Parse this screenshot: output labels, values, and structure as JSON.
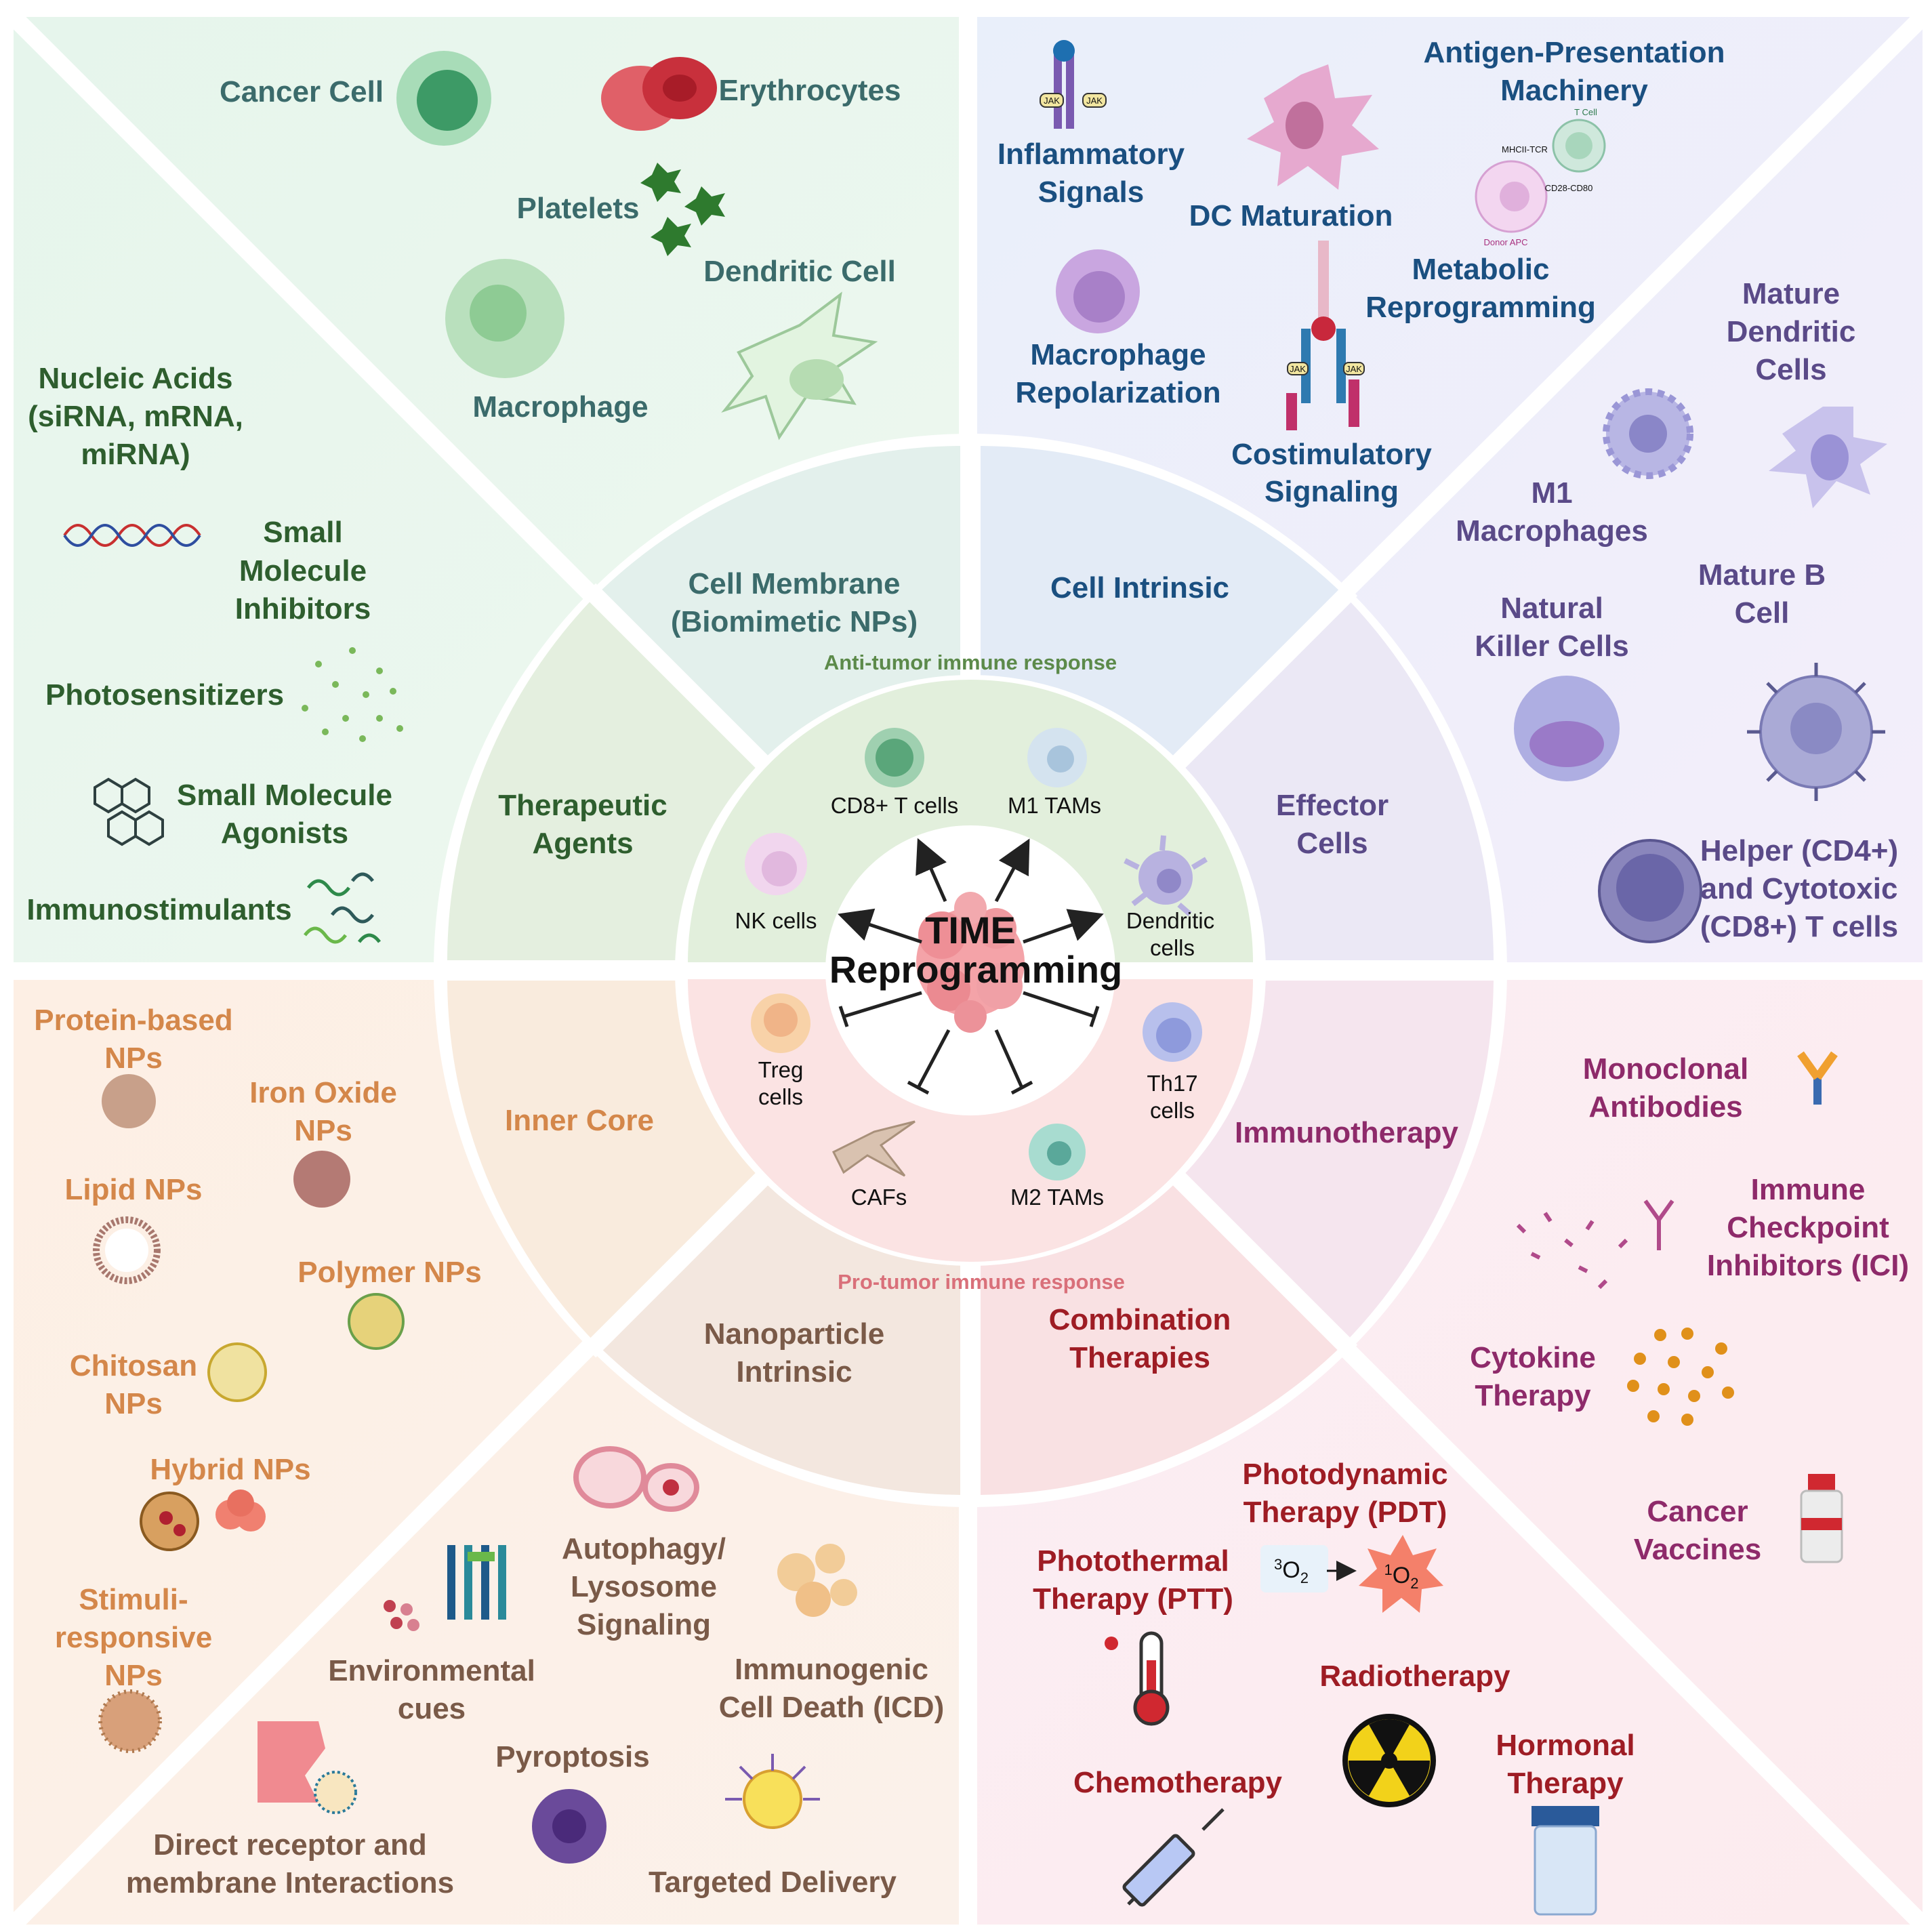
{
  "center": {
    "line1": "TIME",
    "line2": "Reprogramming"
  },
  "anti_tumor_label": "Anti-tumor immune response",
  "pro_tumor_label": "Pro-tumor immune response",
  "inner_cells": {
    "cd8": "CD8+ T cells",
    "m1tams": "M1 TAMs",
    "nk": "NK cells",
    "dendritic": [
      "Dendritic",
      "cells"
    ],
    "treg": [
      "Treg",
      "cells"
    ],
    "th17": [
      "Th17",
      "cells"
    ],
    "cafs": "CAFs",
    "m2tams": "M2 TAMs"
  },
  "ring": {
    "cell_membrane": [
      "Cell Membrane",
      "(Biomimetic NPs)"
    ],
    "cell_intrinsic": "Cell Intrinsic",
    "therapeutic_agents": [
      "Therapeutic",
      "Agents"
    ],
    "effector_cells": [
      "Effector",
      "Cells"
    ],
    "inner_core": "Inner Core",
    "immunotherapy": "Immunotherapy",
    "nanoparticle_intrinsic": [
      "Nanoparticle",
      "Intrinsic"
    ],
    "combination_therapies": [
      "Combination",
      "Therapies"
    ]
  },
  "outer": {
    "cancer_cell": "Cancer Cell",
    "erythrocytes": "Erythrocytes",
    "platelets": "Platelets",
    "dendritic_cell": "Dendritic Cell",
    "macrophage": "Macrophage",
    "inflammatory_signals": [
      "Inflammatory",
      "Signals"
    ],
    "dc_maturation": "DC Maturation",
    "antigen_presentation": [
      "Antigen-Presentation",
      "Machinery"
    ],
    "metabolic": [
      "Metabolic",
      "Reprogramming"
    ],
    "macrophage_repolarization": [
      "Macrophage",
      "Repolarization"
    ],
    "costimulatory": [
      "Costimulatory",
      "Signaling"
    ],
    "nucleic_acids": [
      "Nucleic Acids",
      "(siRNA, mRNA,",
      "miRNA)"
    ],
    "small_molecule_inhibitors": [
      "Small",
      "Molecule",
      "Inhibitors"
    ],
    "photosensitizers": "Photosensitizers",
    "small_molecule_agonists": [
      "Small Molecule",
      "Agonists"
    ],
    "immunostimulants": "Immunostimulants",
    "mature_dc": [
      "Mature",
      "Dendritic",
      "Cells"
    ],
    "m1_macrophages": [
      "M1",
      "Macrophages"
    ],
    "mature_b": [
      "Mature B",
      "Cell"
    ],
    "nk_cells": [
      "Natural",
      "Killer Cells"
    ],
    "helper_cytotoxic": [
      "Helper (CD4+)",
      "and Cytotoxic",
      "(CD8+) T cells"
    ],
    "protein_nps": [
      "Protein-based",
      "NPs"
    ],
    "iron_oxide": [
      "Iron Oxide",
      "NPs"
    ],
    "lipid_nps": "Lipid NPs",
    "polymer_nps": "Polymer NPs",
    "chitosan_nps": [
      "Chitosan",
      "NPs"
    ],
    "hybrid_nps": "Hybrid NPs",
    "stimuli_nps": [
      "Stimuli-",
      "responsive",
      "NPs"
    ],
    "monoclonal": [
      "Monoclonal",
      "Antibodies"
    ],
    "ici": [
      "Immune",
      "Checkpoint",
      "Inhibitors (ICI)"
    ],
    "cytokine": [
      "Cytokine",
      "Therapy"
    ],
    "vaccines": [
      "Cancer",
      "Vaccines"
    ],
    "autophagy": [
      "Autophagy/",
      "Lysosome",
      "Signaling"
    ],
    "environmental": [
      "Environmental",
      "cues"
    ],
    "icd": [
      "Immunogenic",
      "Cell Death (ICD)"
    ],
    "pyroptosis": "Pyroptosis",
    "direct_receptor": [
      "Direct receptor and",
      "membrane Interactions"
    ],
    "targeted_delivery": "Targeted Delivery",
    "pdt": [
      "Photodynamic",
      "Therapy (PDT)"
    ],
    "ptt": [
      "Photothermal",
      "Therapy (PTT)"
    ],
    "radiotherapy": "Radiotherapy",
    "chemotherapy": "Chemotherapy",
    "hormonal": [
      "Hormonal",
      "Therapy"
    ]
  },
  "small_labels": {
    "jak": "JAK",
    "t_cell": "T Cell",
    "mhcii_tcr": "MHCII-TCR",
    "cd28_cd80": "CD28-CD80",
    "donor_apc": "Donor APC",
    "o2_triplet_sup": "3",
    "o2_singlet_sup": "1",
    "o2": "O",
    "o2_sub": "2"
  },
  "colors": {
    "green": "#2e5e2e",
    "teal": "#3b6b6b",
    "blue": "#1a4f80",
    "purple": "#5a4a88",
    "orange": "#d4874a",
    "brown": "#7a5a48",
    "maroon": "#8e2a6a",
    "red": "#9e1c24",
    "ring_green": "#5c8a4a",
    "ring_pink": "#d9707a"
  },
  "icons": [
    "cancer-cell-icon",
    "erythrocyte-icon",
    "platelet-icon",
    "macrophage-icon",
    "dendritic-cell-icon",
    "jak-receptor-icon",
    "dc-cell-icon",
    "antigen-presentation-icon",
    "macrophage-repolarization-icon",
    "costimulatory-receptor-icon",
    "dna-icon",
    "photosensitizer-dots-icon",
    "molecule-structure-icon",
    "immunostimulant-strands-icon",
    "mature-dc-icon",
    "nk-cell-icon",
    "b-cell-icon",
    "t-cell-icon",
    "protein-np-icon",
    "iron-oxide-icon",
    "lipid-np-icon",
    "polymer-np-icon",
    "chitosan-np-icon",
    "hybrid-np-icon",
    "stimuli-np-icon",
    "antibody-icon",
    "checkpoint-inhibitor-icon",
    "cytokine-dots-icon",
    "vaccine-vial-icon",
    "autophagy-icon",
    "environmental-cues-icon",
    "icd-icon",
    "pyroptosis-icon",
    "receptor-interaction-icon",
    "targeted-delivery-icon",
    "pdt-star-icon",
    "thermometer-icon",
    "radiation-icon",
    "syringe-icon",
    "hormone-bottle-icon",
    "tumor-icon"
  ]
}
